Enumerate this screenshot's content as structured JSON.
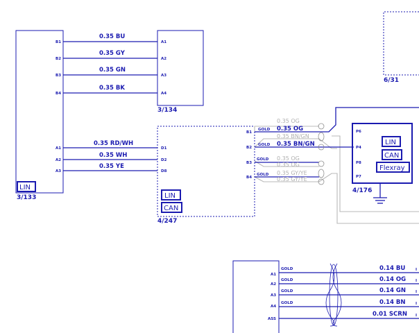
{
  "modules": {
    "m3_133": {
      "ref": "3/133",
      "badge": "LIN",
      "pins": [
        "B1",
        "B2",
        "B3",
        "B4",
        "A1",
        "A2",
        "A3"
      ]
    },
    "m3_134": {
      "ref": "3/134",
      "pins": [
        "A1",
        "A2",
        "A3",
        "A4"
      ]
    },
    "m4_247": {
      "ref": "4/247",
      "badges": [
        "LIN",
        "CAN"
      ],
      "pins_left": [
        "D1",
        "D2",
        "D8"
      ],
      "pins_right": [
        "B1",
        "B2",
        "B3",
        "B4"
      ]
    },
    "m4_176": {
      "ref": "4/176",
      "badges": [
        "LIN",
        "CAN",
        "Flexray"
      ],
      "pins": [
        "P6",
        "P4",
        "P8",
        "P7"
      ]
    },
    "m6_31": {
      "ref": "6/31"
    },
    "bottom": {
      "pins": [
        "A1",
        "A2",
        "A3",
        "A4",
        "ASS"
      ]
    }
  },
  "wires_top": [
    "0.35 BU",
    "0.35 GY",
    "0.35 GN",
    "0.35 BK"
  ],
  "wires_mid": [
    "0.35 RD/WH",
    "0.35 WH",
    "0.35 YE"
  ],
  "wires_right": {
    "ghost_above": "0.35 OG",
    "active": [
      "0.35 OG",
      "0.35 BN/GN",
      "0.35 OG",
      "0.35 GY/YE"
    ],
    "ghost_below": [
      "0.35 BN/GN",
      "0.35 OG",
      "0.35 GY/YE"
    ],
    "terminals": [
      "GOLD",
      "GOLD",
      "GOLD",
      "GOLD"
    ]
  },
  "wires_bottom": [
    "0.14 BU",
    "0.14 OG",
    "0.14 GN",
    "0.14 BN",
    "0.01 SCRN"
  ],
  "bottom_terminals": [
    "GOLD",
    "GOLD",
    "GOLD",
    "GOLD"
  ]
}
